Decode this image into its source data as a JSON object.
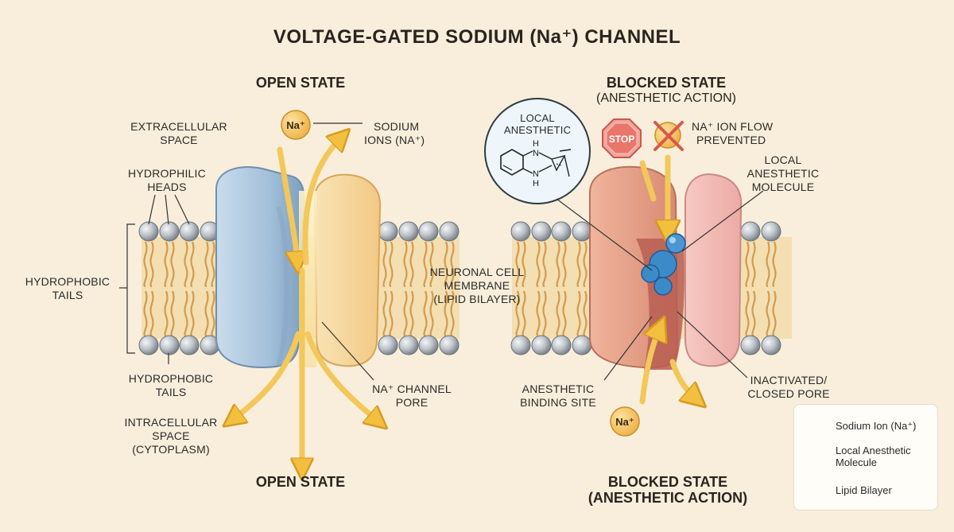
{
  "title": "VOLTAGE-GATED SODIUM (Na⁺) CHANNEL",
  "open_state": {
    "top_label": "OPEN STATE",
    "bottom_label": "OPEN STATE",
    "ion_symbol": "Na⁺",
    "labels": {
      "extracellular": [
        "EXTRACELLULAR",
        "SPACE"
      ],
      "sodium_ions": [
        "SODIUM",
        "IONS (Na⁺)"
      ],
      "hydrophilic_heads": [
        "HYDROPHILIC",
        "HEADS"
      ],
      "hydrophobic_tails_left": [
        "HYDROPHOBIC",
        "TAILS"
      ],
      "hydrophobic_tails_lower": [
        "HYDROPHOBIC",
        "TAILS"
      ],
      "intracellular": [
        "INTRACELLULAR",
        "SPACE",
        "(CYTOPLASM)"
      ],
      "channel_pore": [
        "Na⁺ CHANNEL",
        "PORE"
      ]
    }
  },
  "center_label": [
    "NEURONAL CELL",
    "MEMBRANE",
    "(LIPID BILAYER)"
  ],
  "blocked_state": {
    "top_label": "BLOCKED STATE",
    "top_sub": "(ANESTHETIC ACTION)",
    "bottom_label": "BLOCKED STATE",
    "bottom_sub": "(ANESTHETIC ACTION)",
    "stop_sign": "STOP",
    "ion_symbol": "Na⁺",
    "inset_label": [
      "LOCAL",
      "ANESTHETIC"
    ],
    "inset_atoms": [
      "H",
      "N",
      "N",
      "H"
    ],
    "labels": {
      "flow_prevented": [
        "Na⁺ ION FLOW",
        "PREVENTED"
      ],
      "local_anesthetic_molecule": [
        "LOCAL",
        "ANESTHETIC",
        "MOLECULE"
      ],
      "binding_site": [
        "ANESTHETIC",
        "BINDING SITE"
      ],
      "inactivated_pore": [
        "INACTIVATED/",
        "CLOSED PORE"
      ]
    }
  },
  "legend": {
    "sodium_ion": "Sodium Ion (Na⁺)",
    "local_anesthetic": [
      "Local Anesthetic",
      "Molecule"
    ],
    "lipid_bilayer": "Lipid Bilayer"
  },
  "colors": {
    "background": "#f8eedb",
    "sodium_ion": "#f6c566",
    "arrow": "#f3c75a",
    "anesthetic": "#3d8ac8",
    "channel_open_left": "#a9c6df",
    "channel_open_right": "#f6d8a0",
    "channel_blocked": "#e7a58e",
    "lipid_head": "#b8bdc3",
    "lipid_tail": "#d49a4e",
    "stop_sign": "#e9766a"
  }
}
